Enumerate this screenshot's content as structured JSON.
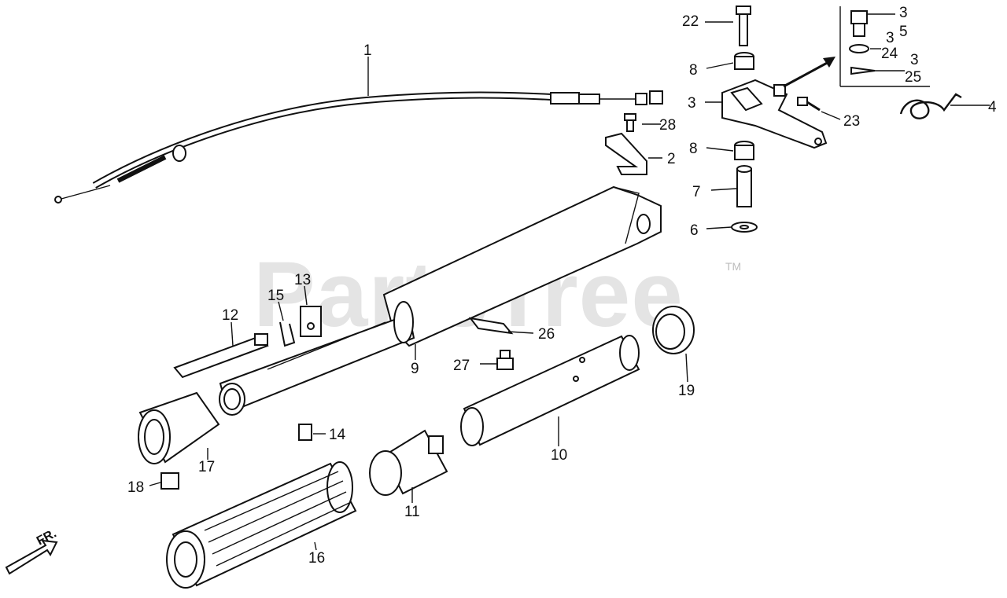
{
  "watermark": {
    "text": "PartsTree",
    "trademark": "TM"
  },
  "front_arrow": {
    "label": "FR."
  },
  "callouts": [
    {
      "id": "c1",
      "text": "1"
    },
    {
      "id": "c2",
      "text": "2"
    },
    {
      "id": "c3a",
      "text": "3"
    },
    {
      "id": "c3b",
      "text": "3"
    },
    {
      "id": "c3c",
      "text": "3"
    },
    {
      "id": "c3d",
      "text": "3"
    },
    {
      "id": "c4",
      "text": "4"
    },
    {
      "id": "c5",
      "text": "5"
    },
    {
      "id": "c6",
      "text": "6"
    },
    {
      "id": "c7",
      "text": "7"
    },
    {
      "id": "c8a",
      "text": "8"
    },
    {
      "id": "c8b",
      "text": "8"
    },
    {
      "id": "c9",
      "text": "9"
    },
    {
      "id": "c10",
      "text": "10"
    },
    {
      "id": "c11",
      "text": "11"
    },
    {
      "id": "c12",
      "text": "12"
    },
    {
      "id": "c13",
      "text": "13"
    },
    {
      "id": "c14",
      "text": "14"
    },
    {
      "id": "c15",
      "text": "15"
    },
    {
      "id": "c16",
      "text": "16"
    },
    {
      "id": "c17",
      "text": "17"
    },
    {
      "id": "c18",
      "text": "18"
    },
    {
      "id": "c19",
      "text": "19"
    },
    {
      "id": "c22",
      "text": "22"
    },
    {
      "id": "c23",
      "text": "23"
    },
    {
      "id": "c24",
      "text": "24"
    },
    {
      "id": "c25",
      "text": "25"
    },
    {
      "id": "c26",
      "text": "26"
    },
    {
      "id": "c27",
      "text": "27"
    },
    {
      "id": "c28",
      "text": "28"
    }
  ]
}
